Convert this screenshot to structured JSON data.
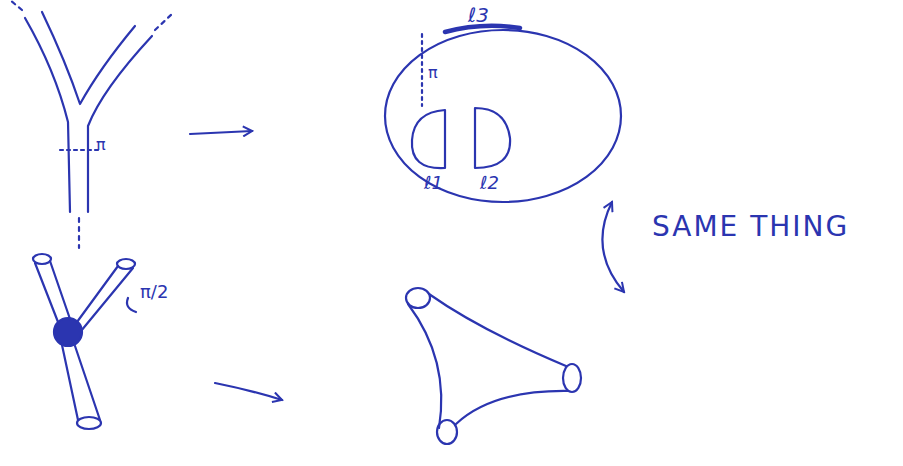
{
  "diagram": {
    "labels": [
      "π",
      "ℓ3",
      "π",
      "ℓ1",
      "ℓ2",
      "π/2",
      "SAME THING"
    ]
  }
}
